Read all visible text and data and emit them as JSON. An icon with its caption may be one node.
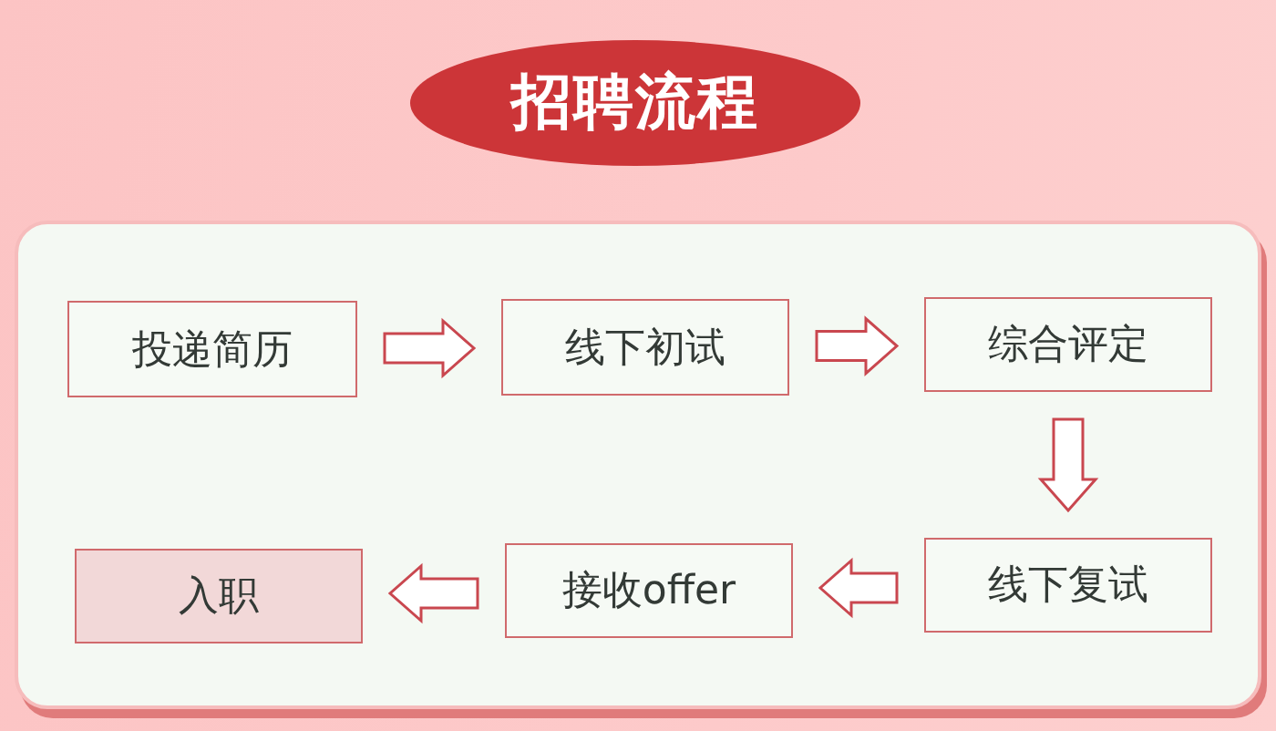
{
  "diagram": {
    "title": "招聘流程",
    "nodes": [
      {
        "text": [
          "投递简历"
        ]
      },
      {
        "text": [
          "线下初试"
        ]
      },
      {
        "text": [
          "综合评定"
        ]
      },
      {
        "text": [
          "线下复试"
        ]
      },
      {
        "text": [
          "接收offer"
        ]
      },
      {
        "text": [
          "入职"
        ]
      }
    ],
    "edges": [
      {
        "from": 0,
        "to": 1,
        "arrow": "to"
      },
      {
        "from": 1,
        "to": 2,
        "arrow": "to"
      },
      {
        "from": 2,
        "to": 3,
        "arrow": "to"
      },
      {
        "from": 3,
        "to": 4,
        "arrow": "to"
      },
      {
        "from": 4,
        "to": 5,
        "arrow": "to"
      }
    ]
  }
}
